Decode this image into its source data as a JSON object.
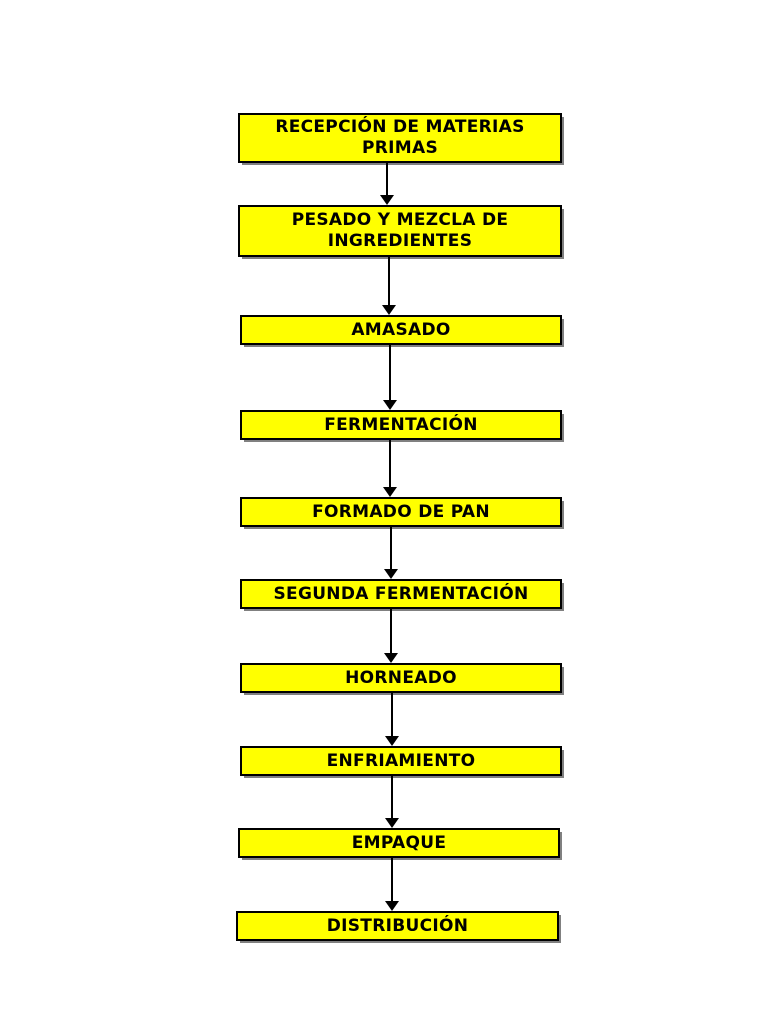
{
  "page": {
    "background_color": "#ffffff"
  },
  "flowchart": {
    "box_fill_color": "#ffff00",
    "box_border_color": "#000000",
    "text_color": "#000000",
    "arrow_color": "#000000",
    "shadow_color": "#808080",
    "steps": [
      {
        "label": "RECEPCIÓN DE MATERIAS PRIMAS"
      },
      {
        "label": "PESADO Y MEZCLA DE INGREDIENTES"
      },
      {
        "label": "AMASADO"
      },
      {
        "label": "FERMENTACIÓN"
      },
      {
        "label": "FORMADO DE PAN"
      },
      {
        "label": "SEGUNDA FERMENTACIÓN"
      },
      {
        "label": "HORNEADO"
      },
      {
        "label": "ENFRIAMIENTO"
      },
      {
        "label": "EMPAQUE"
      },
      {
        "label": "DISTRIBUCIÓN"
      }
    ]
  }
}
